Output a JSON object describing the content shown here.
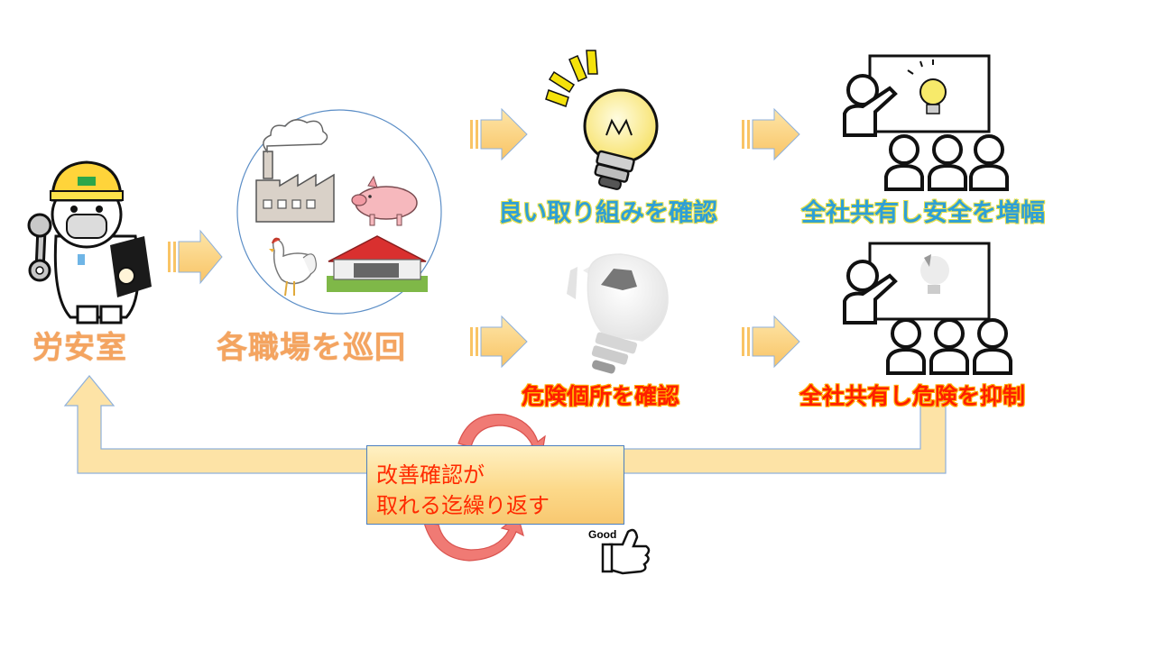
{
  "labels": {
    "office": "労安室",
    "patrol": "各職場を巡回",
    "good_check": "良い取り組みを確認",
    "share_safety": "全社共有し安全を増幅",
    "danger_check": "危険個所を確認",
    "share_danger": "全社共有し危険を抑制"
  },
  "note": {
    "line1": "改善確認が",
    "line2": "取れる迄繰り返す"
  },
  "good_label": "Good",
  "colors": {
    "orange_text": "#f4a460",
    "blue_text": "#2e9fd6",
    "red_text": "#ff1f00",
    "arrow_fill": "#fcd27a",
    "box_border": "#4b7fbf",
    "cycle_arrow": "#f06e6e"
  },
  "icons": [
    "worker-icon",
    "wrench-icon",
    "clipboard-icon",
    "factory-icon",
    "pig-icon",
    "chicken-icon",
    "barn-icon",
    "lightbulb-lit-icon",
    "lightbulb-broken-icon",
    "presenter-icon",
    "audience-icon",
    "cycle-arrow-icon",
    "thumbs-up-icon"
  ]
}
